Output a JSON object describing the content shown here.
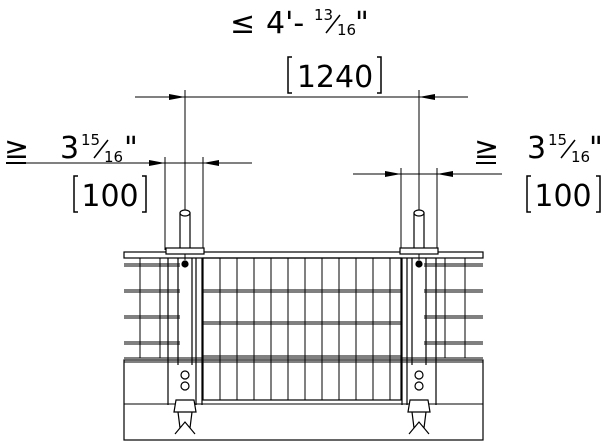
{
  "dimensions": {
    "top": {
      "symbol": "≤",
      "feet_inches": "4'-",
      "frac_num": "13",
      "frac_den": "16",
      "inch_mark": "\"",
      "metric": "1240"
    },
    "left": {
      "symbol": "≥",
      "whole": "3",
      "frac_num": "15",
      "frac_den": "16",
      "inch_mark": "\"",
      "metric": "100"
    },
    "right": {
      "symbol": "≥",
      "whole": "3",
      "frac_num": "15",
      "frac_den": "16",
      "inch_mark": "\"",
      "metric": "100"
    }
  }
}
